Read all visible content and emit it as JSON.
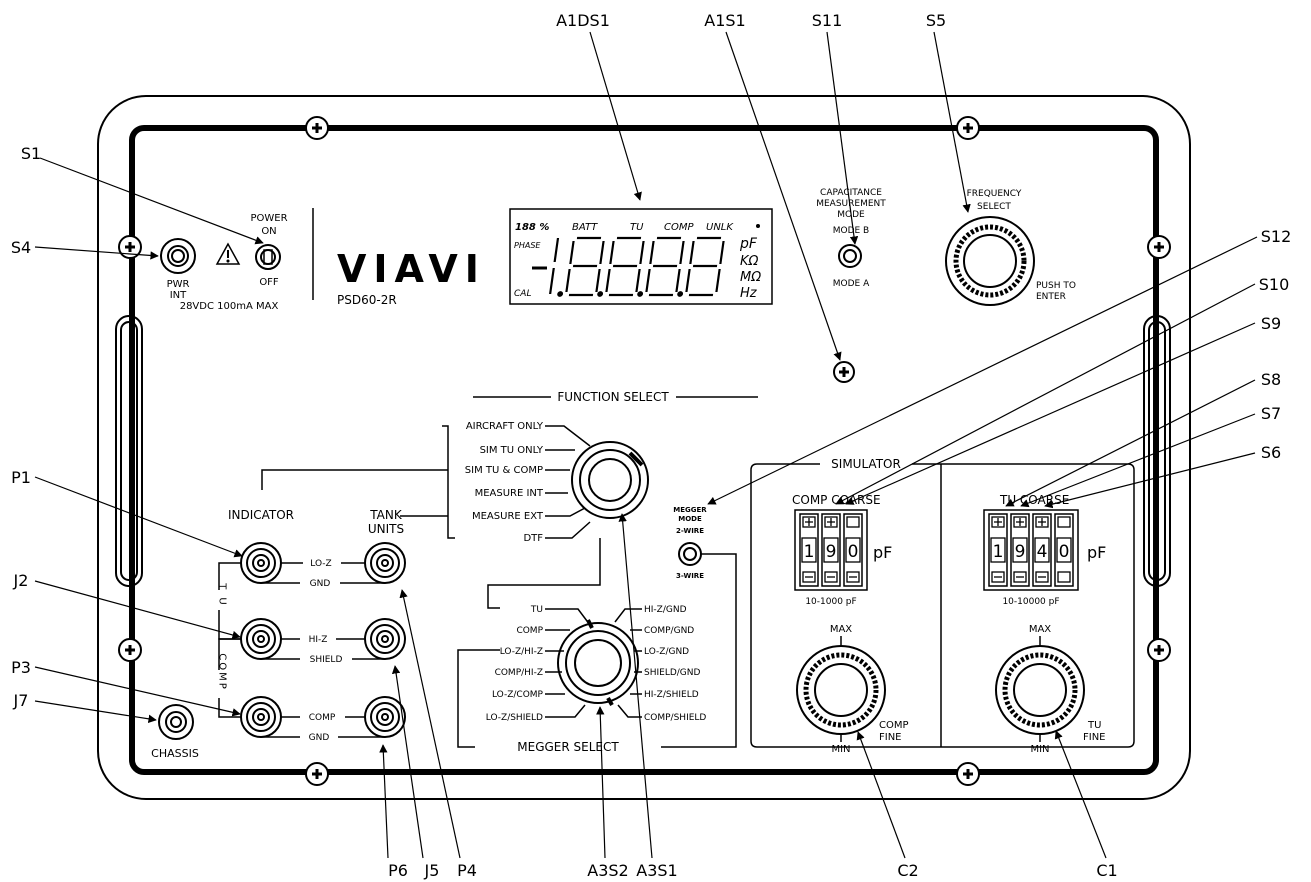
{
  "callouts": {
    "A1DS1": "A1DS1",
    "A1S1": "A1S1",
    "S11": "S11",
    "S5": "S5",
    "S1": "S1",
    "S4": "S4",
    "S12": "S12",
    "S10": "S10",
    "S9": "S9",
    "S8": "S8",
    "S7": "S7",
    "S6": "S6",
    "P1": "P1",
    "J2": "J2",
    "P3": "P3",
    "J7": "J7",
    "P6": "P6",
    "J5": "J5",
    "P4": "P4",
    "A3S2": "A3S2",
    "A3S1": "A3S1",
    "C2": "C2",
    "C1": "C1"
  },
  "power": {
    "label_power": "POWER",
    "label_on": "ON",
    "label_off": "OFF",
    "label_pwr": "PWR",
    "label_int": "INT",
    "rating": "28VDC 100mA MAX"
  },
  "brand": {
    "logo": "VIAVI",
    "model": "PSD60-2R"
  },
  "display": {
    "pct": "188 %",
    "batt": "BATT",
    "tu": "TU",
    "comp": "COMP",
    "unlk": "UNLK",
    "phase": "PHASE",
    "cal": "CAL",
    "digits": "8.8.8.8",
    "unit_pf": "pF",
    "unit_kohm": "KΩ",
    "unit_mohm": "MΩ",
    "unit_hz": "Hz"
  },
  "mode": {
    "line1": "CAPACITANCE",
    "line2": "MEASUREMENT",
    "line3": "MODE",
    "mode_b": "MODE B",
    "mode_a": "MODE A"
  },
  "frequency": {
    "line1": "FREQUENCY",
    "line2": "SELECT",
    "push1": "PUSH TO",
    "push2": "ENTER"
  },
  "function_select": {
    "title": "FUNCTION SELECT",
    "options": [
      "AIRCRAFT ONLY",
      "SIM TU ONLY",
      "SIM TU & COMP",
      "MEASURE INT",
      "MEASURE EXT",
      "DTF"
    ]
  },
  "connectors": {
    "indicator": "INDICATOR",
    "tank1": "TANK",
    "tank2": "UNITS",
    "lo_z": "LO-Z",
    "gnd1": "GND",
    "hi_z": "HI-Z",
    "shield": "SHIELD",
    "comp": "COMP",
    "gnd2": "GND",
    "tu_vertical": "TU",
    "comp_vertical": "COMP",
    "chassis": "CHASSIS"
  },
  "megger_mode": {
    "line1": "MEGGER",
    "line2": "MODE",
    "two_wire": "2-WIRE",
    "three_wire": "3-WIRE"
  },
  "megger_select": {
    "title": "MEGGER SELECT",
    "left": [
      "TU",
      "COMP",
      "LO-Z/HI-Z",
      "COMP/HI-Z",
      "LO-Z/COMP",
      "LO-Z/SHIELD"
    ],
    "right": [
      "HI-Z/GND",
      "COMP/GND",
      "LO-Z/GND",
      "SHIELD/GND",
      "HI-Z/SHIELD",
      "COMP/SHIELD"
    ]
  },
  "simulator": {
    "title": "SIMULATOR",
    "comp_coarse": "COMP COARSE",
    "comp_digits": [
      "1",
      "9",
      "0"
    ],
    "comp_unit": "pF",
    "comp_range": "10-1000 pF",
    "tu_coarse": "TU COARSE",
    "tu_digits": [
      "1",
      "9",
      "4",
      "0"
    ],
    "tu_unit": "pF",
    "tu_range": "10-10000 pF",
    "max": "MAX",
    "min": "MIN",
    "comp_fine1": "COMP",
    "comp_fine2": "FINE",
    "tu_fine1": "TU",
    "tu_fine2": "FINE"
  }
}
